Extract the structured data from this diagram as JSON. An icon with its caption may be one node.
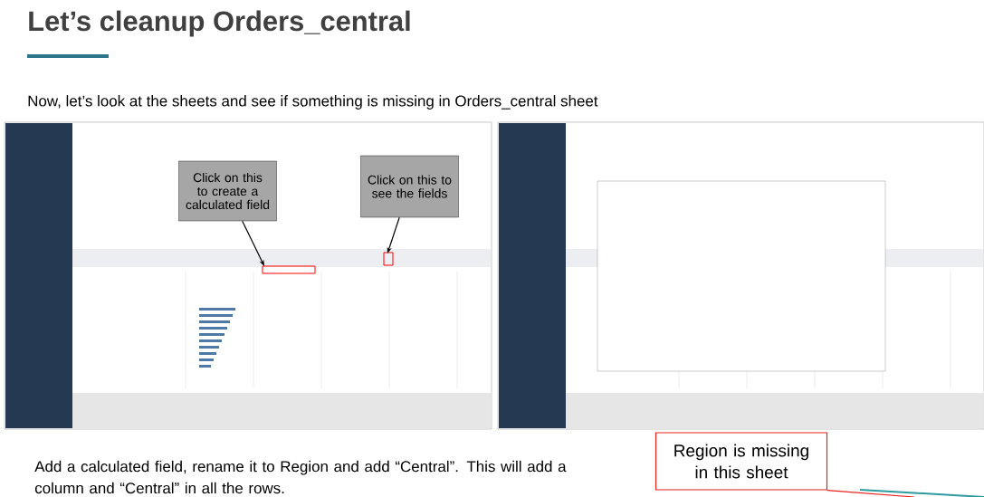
{
  "diagram": {
    "title": "Let’s cleanup Orders_central",
    "nodes": [
      {
        "text": [],
        "shape": "picture"
      },
      {
        "text": [
          "Click on this to create a calculated field"
        ],
        "in": 0
      },
      {
        "text": [
          "Click on this to see the fields"
        ],
        "in": 0
      },
      {
        "text": [],
        "shape": "picture"
      },
      {
        "text": [
          "Region is missing in this sheet"
        ]
      }
    ],
    "edges": [
      {
        "from": 1,
        "to": null,
        "arrow": "to"
      },
      {
        "from": 2,
        "to": null,
        "arrow": "to"
      },
      {
        "from": 4,
        "to": null,
        "arrow": "none",
        "color": "#e8201c"
      }
    ],
    "labels": [
      "Now, let’s look at the sheets and see if something is missing in Orders_central sheet",
      "Add a calculated field, rename it to Region and add “Central”. This will add a column and “Central” in all the rows."
    ]
  }
}
